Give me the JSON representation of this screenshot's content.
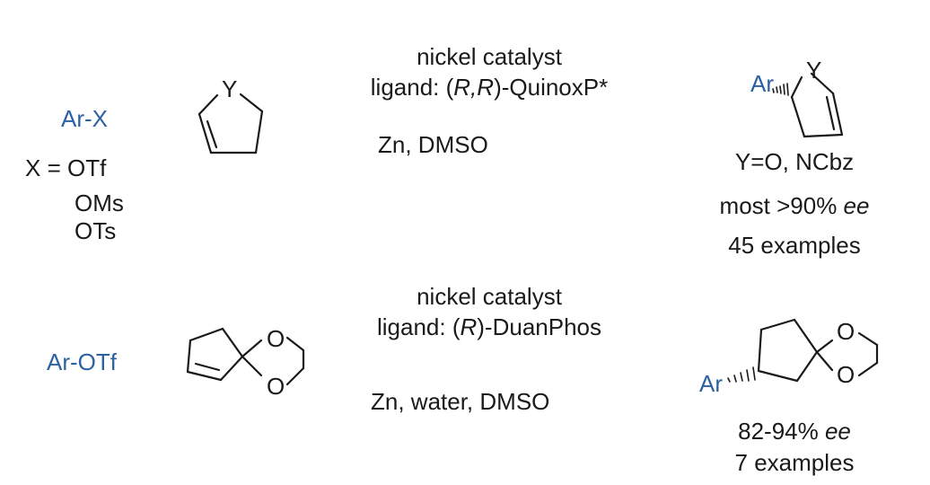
{
  "colors": {
    "text": "#1a1a1a",
    "aryl": "#2b62a3",
    "bond": "#1a1a1a"
  },
  "reaction1": {
    "substrate": "Ar-X",
    "x_def_prefix": "X = ",
    "x_groups": [
      "OTf",
      "OMs",
      "OTs"
    ],
    "alkene_heteroatom": "Y",
    "catalyst": "nickel catalyst",
    "ligand_prefix": "ligand: (",
    "ligand_config": "R,R",
    "ligand_suffix": ")-QuinoxP*",
    "conditions": "Zn, DMSO",
    "product_aryl": "Ar",
    "product_heteroatom": "Y",
    "product_scope": "Y=O, NCbz",
    "ee_prefix": "most >90% ",
    "ee_label": "ee",
    "examples": "45 examples"
  },
  "reaction2": {
    "substrate": "Ar-OTf",
    "acetal_o1": "O",
    "acetal_o2": "O",
    "catalyst": "nickel catalyst",
    "ligand_prefix": "ligand: (",
    "ligand_config": "R",
    "ligand_suffix": ")-DuanPhos",
    "conditions": "Zn, water, DMSO",
    "product_aryl": "Ar",
    "product_o1": "O",
    "product_o2": "O",
    "ee_prefix": "82-94% ",
    "ee_label": "ee",
    "examples": "7 examples"
  }
}
